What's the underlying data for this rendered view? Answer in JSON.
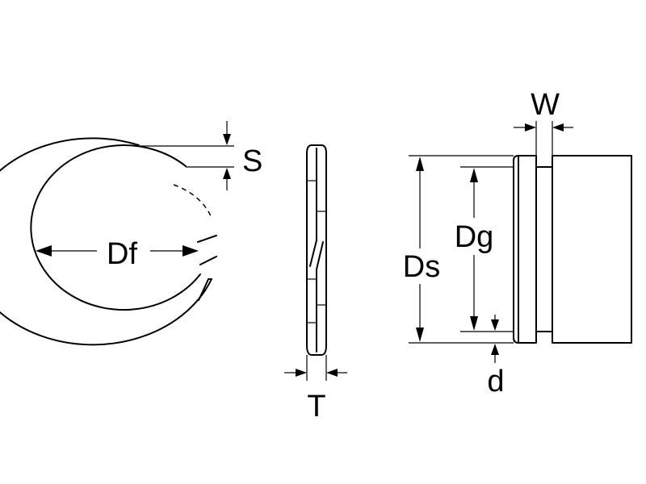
{
  "labels": {
    "free_diameter": "Df",
    "radial_wall": "S",
    "thickness": "T",
    "shaft_diameter": "Ds",
    "groove_diameter": "Dg",
    "groove_width": "W",
    "groove_depth": "d"
  },
  "colors": {
    "line": "#000000",
    "background": "#ffffff"
  }
}
